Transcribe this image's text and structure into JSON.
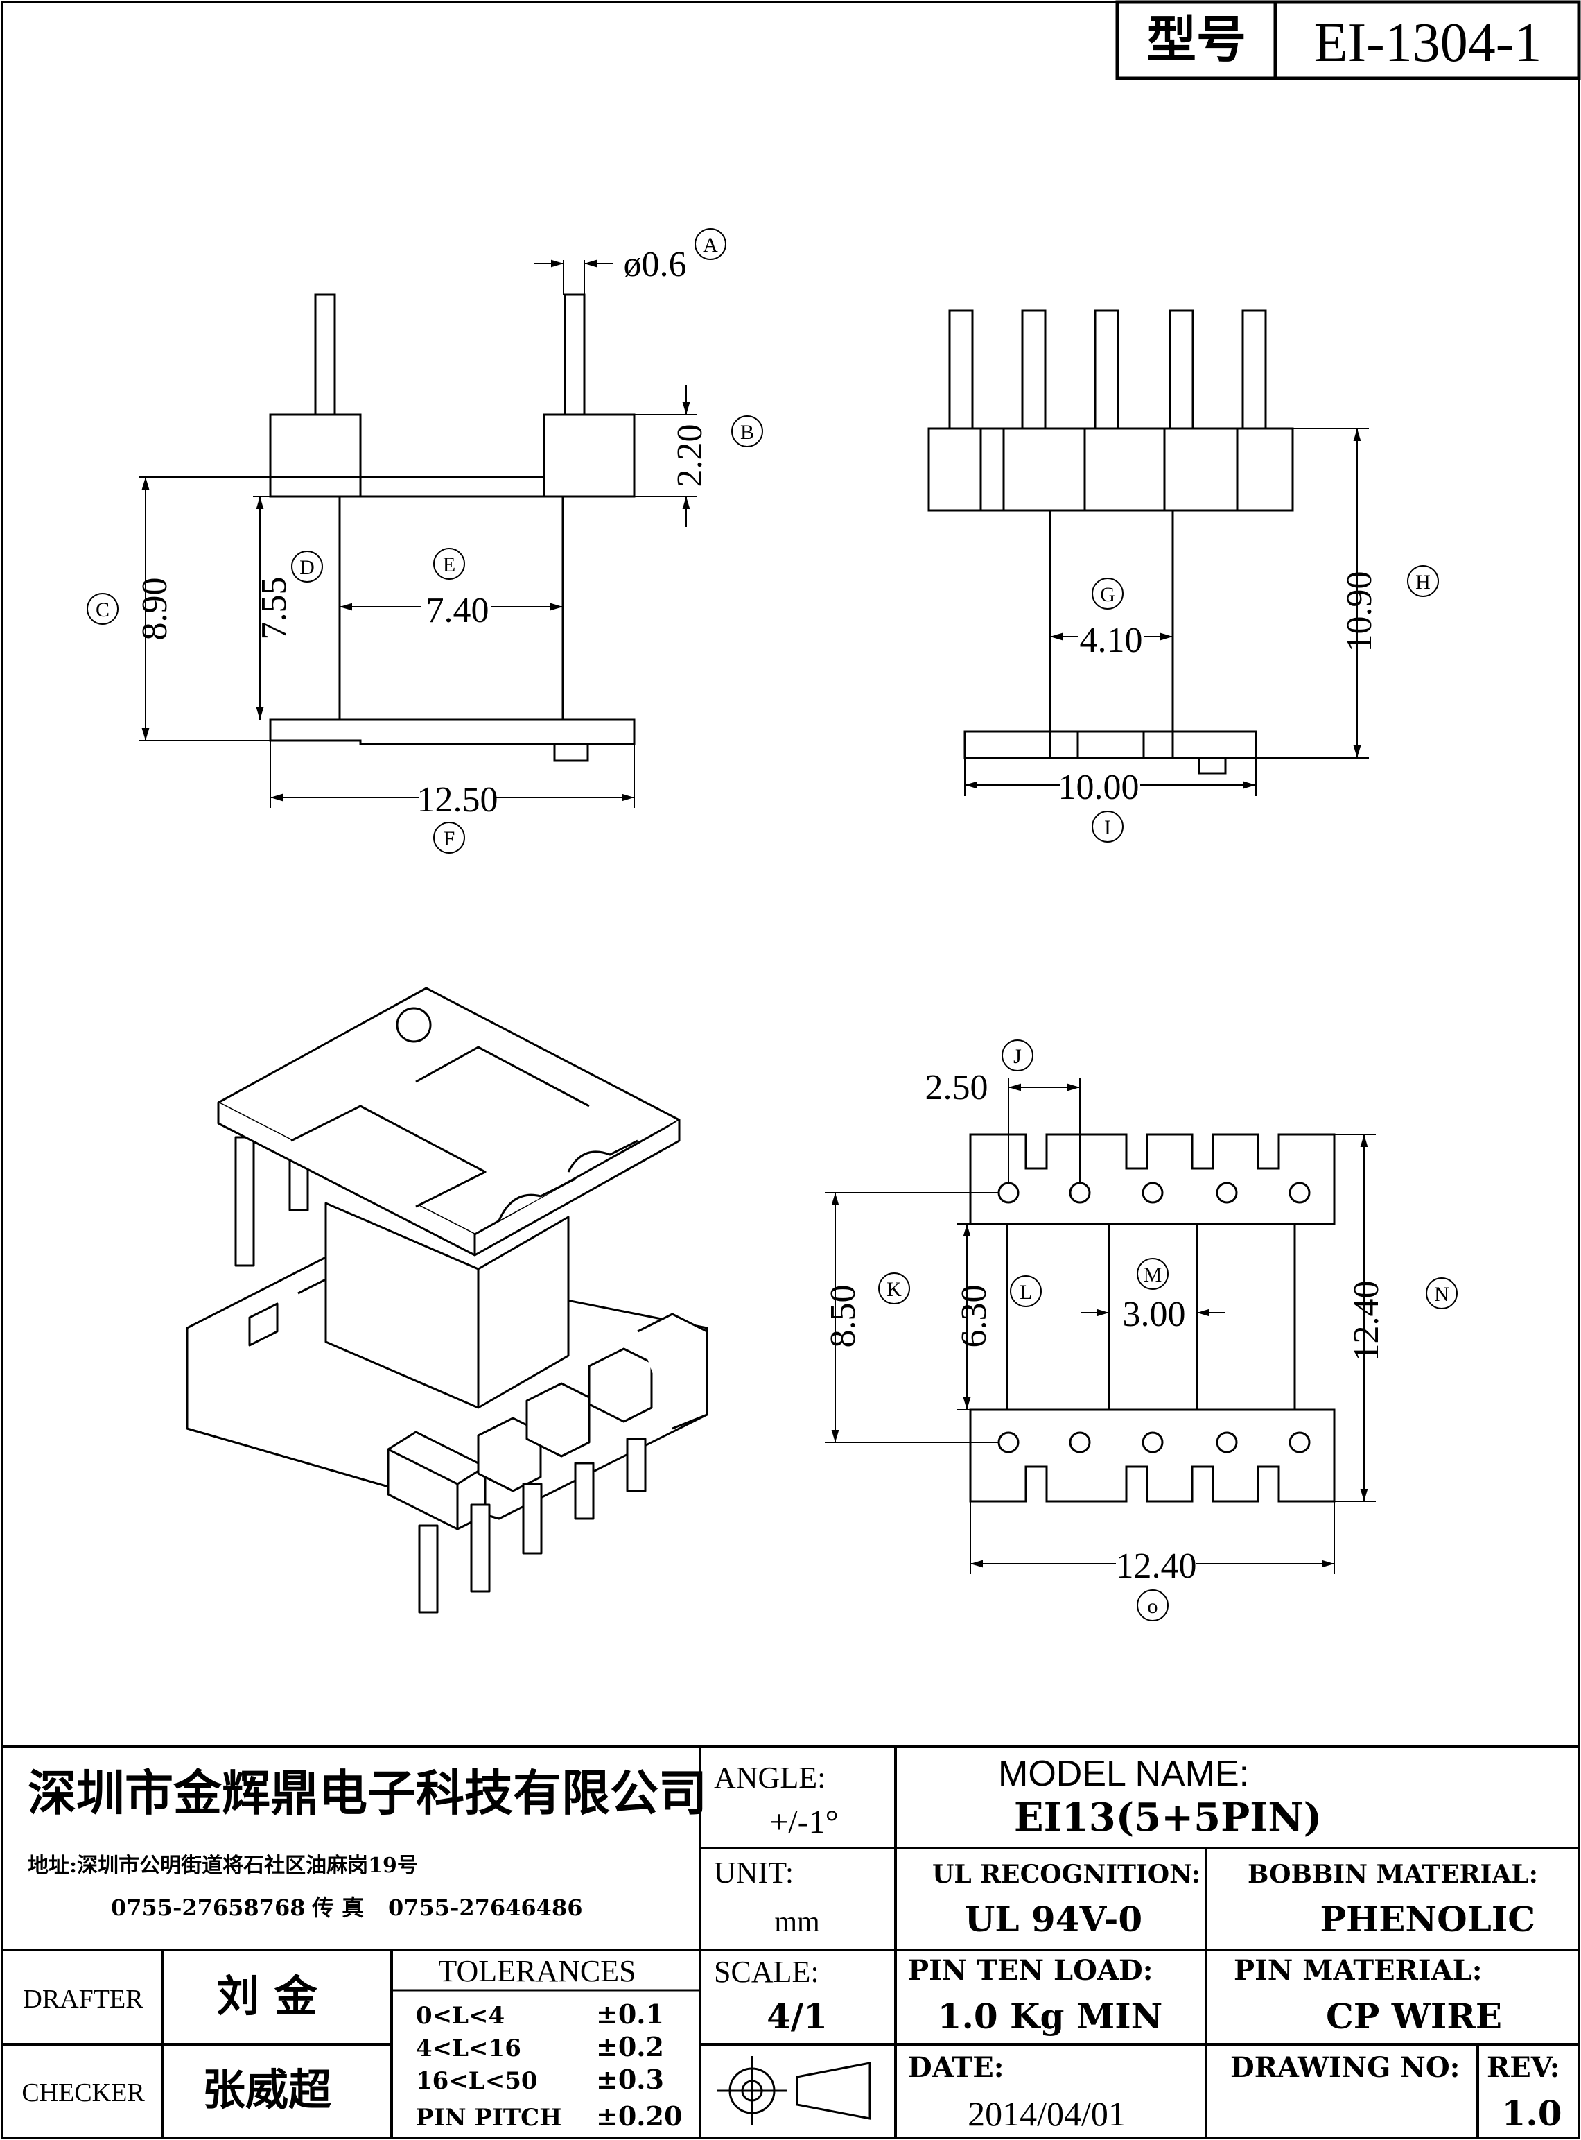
{
  "part": {
    "model_label": "型号",
    "model_number": "EI-1304-1"
  },
  "dims": {
    "A": {
      "tag": "A",
      "value": "ø0.6"
    },
    "B": {
      "tag": "B",
      "value": "2.20"
    },
    "C": {
      "tag": "C",
      "value": "8.90"
    },
    "D": {
      "tag": "D",
      "value": "7.55"
    },
    "E": {
      "tag": "E",
      "value": "7.40"
    },
    "F": {
      "tag": "F",
      "value": "12.50"
    },
    "G": {
      "tag": "G",
      "value": "4.10"
    },
    "H": {
      "tag": "H",
      "value": "10.90"
    },
    "I": {
      "tag": "I",
      "value": "10.00"
    },
    "J": {
      "tag": "J",
      "value": "2.50"
    },
    "K": {
      "tag": "K",
      "value": "8.50"
    },
    "L": {
      "tag": "L",
      "value": "6.30"
    },
    "M": {
      "tag": "M",
      "value": "3.00"
    },
    "N": {
      "tag": "N",
      "value": "12.40"
    },
    "O": {
      "tag": "o",
      "value": "12.40"
    }
  },
  "company": {
    "name": "深圳市金辉鼎电子科技有限公司",
    "address": "地址:深圳市公明街道将石社区油麻岗19号",
    "phone": "0755-27658768",
    "fax_label": "传 真",
    "fax": "0755-27646486"
  },
  "title_block": {
    "angle_label": "ANGLE:",
    "angle_value": "+/-1°",
    "model_name_label": "MODEL NAME:",
    "model_name_value": "EI13(5+5PIN)",
    "unit_label": "UNIT:",
    "unit_value": "mm",
    "ul_label": "UL RECOGNITION:",
    "ul_value": "UL 94V-0",
    "bobbin_label": "BOBBIN MATERIAL:",
    "bobbin_value": "PHENOLIC",
    "drafter_label": "DRAFTER",
    "drafter_value": "刘  金",
    "checker_label": "CHECKER",
    "checker_value": "张威超",
    "tolerances_title": "TOLERANCES",
    "tolerances": [
      {
        "range": "0<L<4",
        "value": "±0.1"
      },
      {
        "range": "4<L<16",
        "value": "±0.2"
      },
      {
        "range": "16<L<50",
        "value": "±0.3"
      },
      {
        "range": "PIN PITCH",
        "value": "±0.20"
      }
    ],
    "scale_label": "SCALE:",
    "scale_value": "4/1",
    "pin_ten_label": "PIN TEN LOAD:",
    "pin_ten_value": "1.0 Kg MIN",
    "pin_material_label": "PIN MATERIAL:",
    "pin_material_value": "CP WIRE",
    "date_label": "DATE:",
    "date_value": "2014/04/01",
    "drawing_no_label": "DRAWING NO:",
    "drawing_no_value": "",
    "rev_label": "REV:",
    "rev_value": "1.0"
  }
}
